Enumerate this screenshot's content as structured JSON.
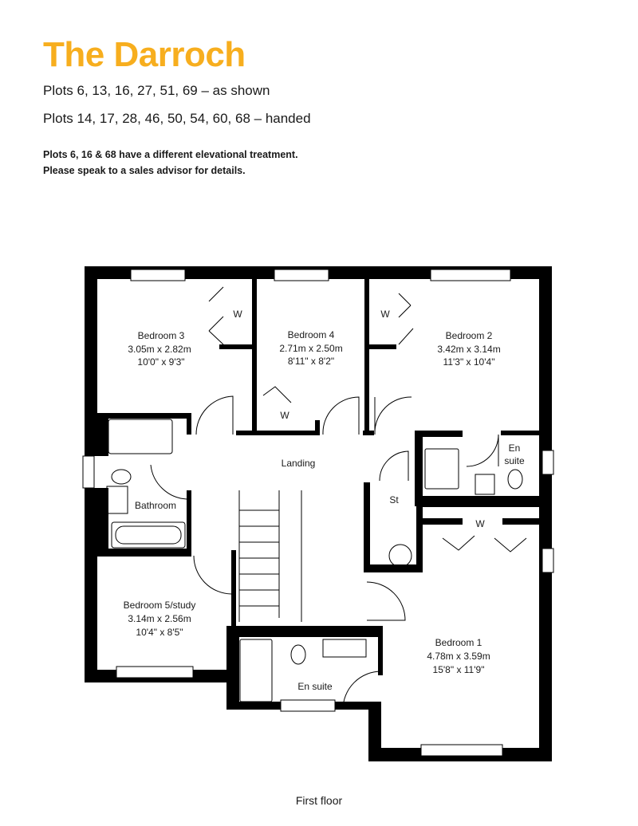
{
  "header": {
    "title": "The Darroch",
    "plots_as_shown": "Plots 6, 13, 16, 27, 51, 69 – as shown",
    "plots_handed": "Plots 14, 17, 28, 46, 50, 54, 60, 68 – handed",
    "note_line1": "Plots 6, 16 & 68 have a different elevational treatment.",
    "note_line2": "Please speak to a sales advisor for details."
  },
  "colors": {
    "accent": "#F7AE1E",
    "wall": "#000000"
  },
  "rooms": {
    "bedroom3": {
      "name": "Bedroom 3",
      "metric": "3.05m x 2.82m",
      "imperial": "10'0\" x 9'3\""
    },
    "bedroom4": {
      "name": "Bedroom 4",
      "metric": "2.71m x 2.50m",
      "imperial": "8'11\" x 8'2\""
    },
    "bedroom2": {
      "name": "Bedroom 2",
      "metric": "3.42m x 3.14m",
      "imperial": "11'3\" x 10'4\""
    },
    "bedroom5": {
      "name": "Bedroom 5/study",
      "metric": "3.14m x 2.56m",
      "imperial": "10'4\" x 8'5\""
    },
    "bedroom1": {
      "name": "Bedroom 1",
      "metric": "4.78m x 3.59m",
      "imperial": "15'8\" x 11'9\""
    },
    "landing": "Landing",
    "bathroom": "Bathroom",
    "store": "St",
    "ensuite2_line1": "En",
    "ensuite2_line2": "suite",
    "ensuite1": "En suite",
    "wardrobe": "W"
  },
  "caption": "First floor"
}
